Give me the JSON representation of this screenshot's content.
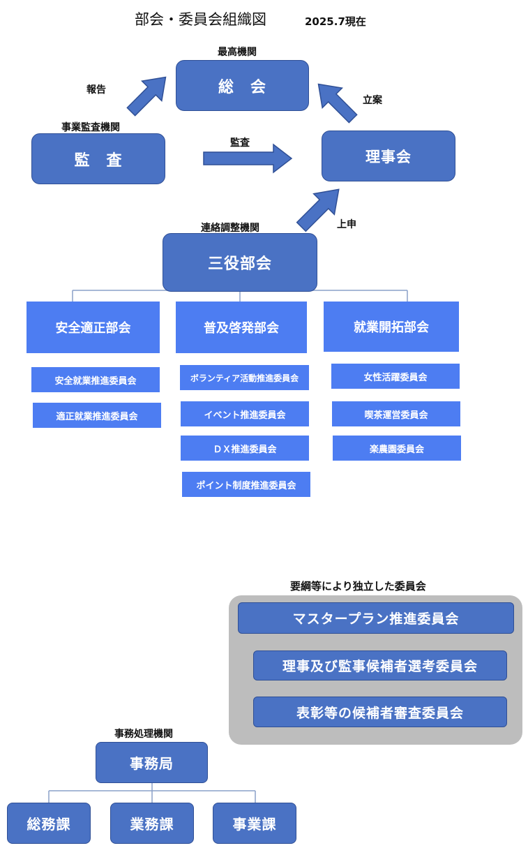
{
  "header": {
    "title": "部会・委員会組織図",
    "date": "2025.7現在"
  },
  "labels": {
    "top_org": "最高機関",
    "report": "報告",
    "propose": "立案",
    "audit_org": "事業監査機関",
    "audit_arrow": "監査",
    "liaison_org": "連絡調整機関",
    "submit": "上申",
    "independent": "要綱等により独立した委員会",
    "office_org": "事務処理機関"
  },
  "boxes": {
    "general": "総　会",
    "audit": "監　査",
    "board": "理事会",
    "sanyaku": "三役部会",
    "office": "事務局"
  },
  "departments": [
    {
      "name": "安全適正部会",
      "committees": [
        "安全就業推進委員会",
        "適正就業推進委員会"
      ]
    },
    {
      "name": "普及啓発部会",
      "committees": [
        "ボランティア活動推進委員会",
        "イベント推進委員会",
        "ＤＸ推進委員会",
        "ポイント制度推進委員会"
      ]
    },
    {
      "name": "就業開拓部会",
      "committees": [
        "女性活躍委員会",
        "喫茶運営委員会",
        "楽農園委員会"
      ]
    }
  ],
  "independent_committees": [
    "マスタープラン推進委員会",
    "理事及び監事候補者選考委員会",
    "表彰等の候補者審査委員会"
  ],
  "office_sections": [
    "総務課",
    "業務課",
    "事業課"
  ],
  "colors": {
    "dark_box": "#4a72c4",
    "bright_box": "#4d7df2",
    "panel": "#bdbdbd",
    "connector": "#8aa0c8"
  }
}
